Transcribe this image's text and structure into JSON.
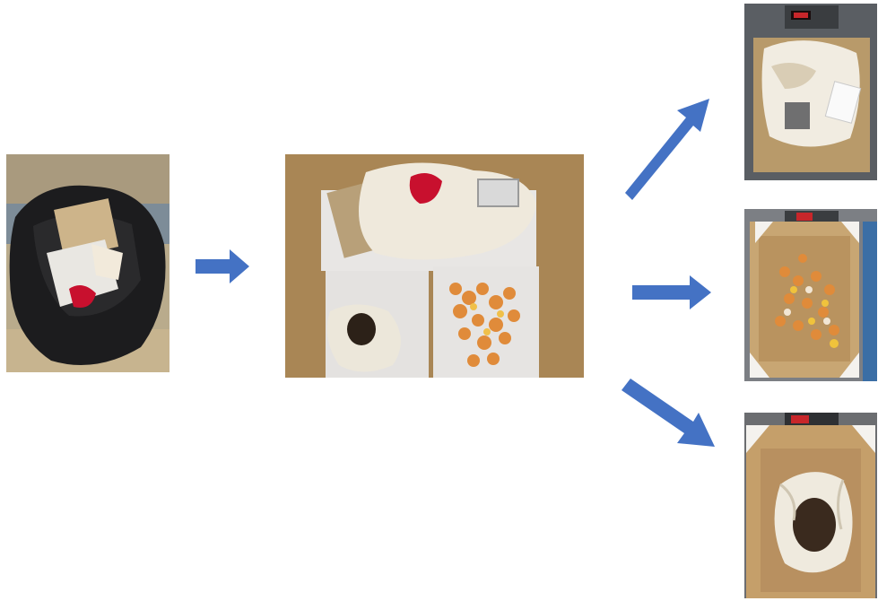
{
  "diagram": {
    "photos": [
      {
        "id": "waste-bag",
        "icon": "black-garbage-bag-photo"
      },
      {
        "id": "sorted-waste",
        "icon": "sorted-waste-on-paper-photo"
      },
      {
        "id": "packaging-box",
        "icon": "packaging-fraction-on-scale-photo"
      },
      {
        "id": "eggshell-box",
        "icon": "eggshell-fraction-in-box-photo"
      },
      {
        "id": "organic-bag-box",
        "icon": "organic-bag-in-box-photo"
      }
    ],
    "arrow_color": "#4472c4"
  }
}
